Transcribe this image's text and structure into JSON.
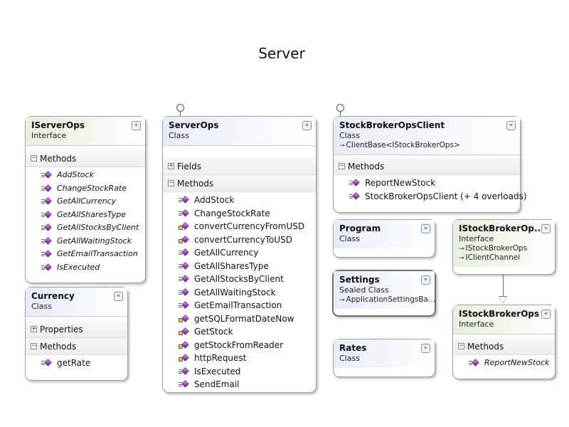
{
  "title": "Server",
  "icons": {
    "toggle": "double-chevron-icon",
    "method": "method-icon",
    "private_method": "private-method-icon",
    "base": "inheritance-arrow-icon"
  },
  "colors": {
    "class_header": "#e6ecf7",
    "interface_header": "#e6f0dc",
    "method_icon": "#9b3fb5",
    "border": "#9aa2aa"
  },
  "shapes": {
    "iserverops": {
      "name": "IServerOps",
      "kind": "Interface",
      "toggle": "«",
      "methods_label": "Methods",
      "methods": [
        "AddStock",
        "ChangeStockRate",
        "GetAllCurrency",
        "GetAllSharesType",
        "GetAllStocksByClient",
        "GetAllWaitingStock",
        "GetEmailTransaction",
        "IsExecuted"
      ]
    },
    "currency": {
      "name": "Currency",
      "kind": "Class",
      "toggle": "«",
      "properties_label": "Properties",
      "methods_label": "Methods",
      "methods": [
        "getRate"
      ]
    },
    "serverops": {
      "name": "ServerOps",
      "kind": "Class",
      "toggle": "«",
      "fields_label": "Fields",
      "methods_label": "Methods",
      "methods": [
        "AddStock",
        "ChangeStockRate",
        "convertCurrencyFromUSD",
        "convertCurrencyToUSD",
        "GetAllCurrency",
        "GetAllSharesType",
        "GetAllStocksByClient",
        "GetAllWaitingStock",
        "GetEmailTransaction",
        "getSQLFormatDateNow",
        "GetStock",
        "getStockFromReader",
        "httpRequest",
        "IsExecuted",
        "SendEmail"
      ]
    },
    "stockbrokeropsclient": {
      "name": "StockBrokerOpsClient",
      "kind": "Class",
      "toggle": "«",
      "base": "ClientBase<IStockBrokerOps>",
      "methods_label": "Methods",
      "methods": [
        "ReportNewStock",
        "StockBrokerOpsClient (+ 4 overloads)"
      ]
    },
    "program": {
      "name": "Program",
      "kind": "Class",
      "toggle": "»"
    },
    "settings": {
      "name": "Settings",
      "kind": "Sealed Class",
      "toggle": "»",
      "base": "ApplicationSettingsBa..."
    },
    "rates": {
      "name": "Rates",
      "kind": "Class",
      "toggle": "»"
    },
    "istockbrokeropschannel": {
      "name": "IStockBrokerOp...",
      "kind": "Interface",
      "toggle": "»",
      "bases": [
        "IStockBrokerOps",
        "IClientChannel"
      ]
    },
    "istockbrokerops": {
      "name": "IStockBrokerOps",
      "kind": "Interface",
      "toggle": "«",
      "methods_label": "Methods",
      "methods": [
        "ReportNewStock"
      ]
    }
  }
}
